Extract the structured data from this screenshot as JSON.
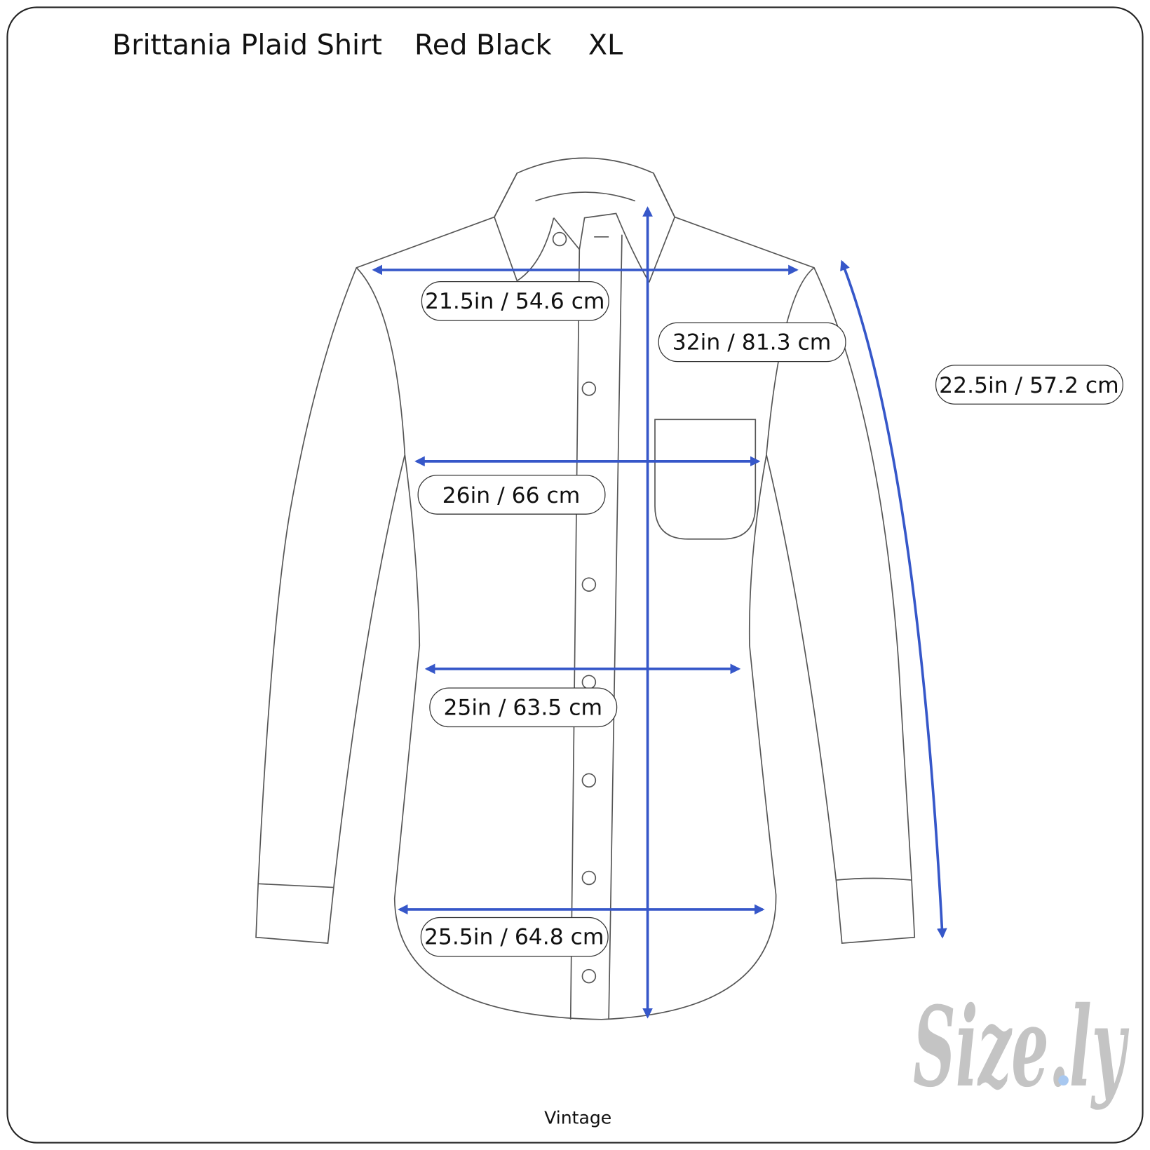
{
  "header": {
    "product": "Brittania Plaid Shirt",
    "color": "Red Black",
    "size": "XL"
  },
  "measurements": {
    "shoulder": "21.5in / 54.6 cm",
    "length": "32in / 81.3 cm",
    "sleeve": "22.5in / 57.2 cm",
    "chest": "26in / 66 cm",
    "waist": "25in / 63.5 cm",
    "hem": "25.5in / 64.8 cm"
  },
  "footer": {
    "label": "Vintage"
  },
  "logo": {
    "text": "Size.ly",
    "dot_color": "#a8c8f0"
  },
  "colors": {
    "measure_line": "#3657c9",
    "outline": "#555555"
  }
}
